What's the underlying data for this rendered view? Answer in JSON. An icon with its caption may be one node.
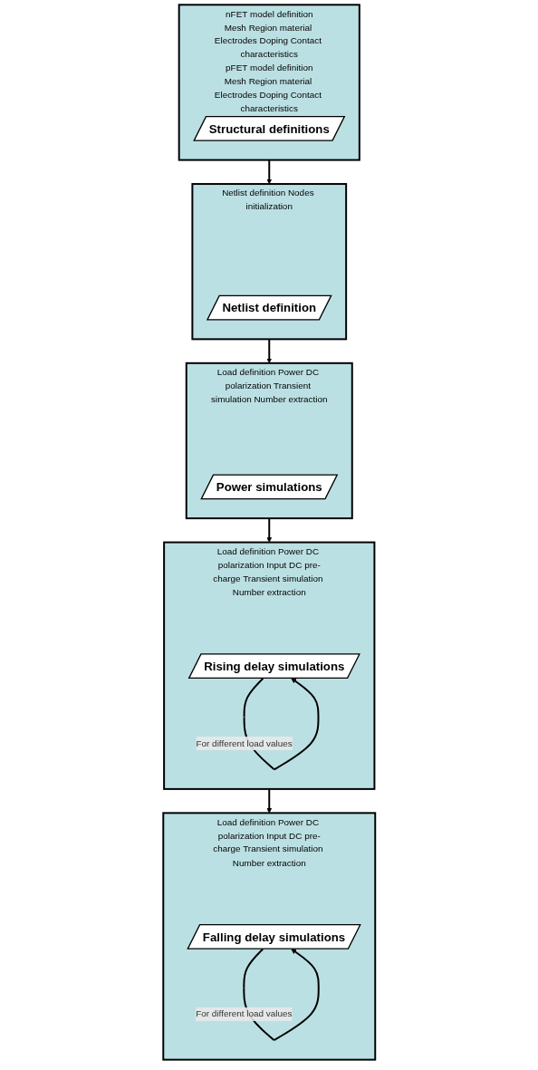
{
  "diagram": {
    "nodes": [
      {
        "text": [
          "nFET model definition",
          "Mesh Region material Electrodes Doping Contact characteristics",
          "pFET model definition",
          "Mesh Region material Electrodes Doping Contact characteristics"
        ]
      },
      {
        "text": [
          "Structural definitions"
        ],
        "in": 0
      },
      {
        "text": [
          "Netlist definition Nodes initialization"
        ]
      },
      {
        "text": [
          "Netlist definition"
        ],
        "in": 2
      },
      {
        "text": [
          "Load definition Power DC polarization Transient simulation Number extraction"
        ]
      },
      {
        "text": [
          "Power simulations"
        ],
        "in": 4
      },
      {
        "text": [
          "Load definition Power DC polarization Input DC pre-charge Transient simulation Number extraction"
        ]
      },
      {
        "text": [
          "Rising delay simulations"
        ],
        "in": 6
      },
      {
        "text": [
          "Load definition Power DC polarization Input DC pre-charge Transient simulation Number extraction"
        ]
      },
      {
        "text": [
          "Falling delay simulations"
        ],
        "in": 8
      }
    ],
    "edges": [
      {
        "from": 0,
        "to": 2,
        "arrow": "to"
      },
      {
        "from": 2,
        "to": 4,
        "arrow": "to"
      },
      {
        "from": 4,
        "to": 6,
        "arrow": "to"
      },
      {
        "from": 7,
        "to": 7,
        "arrow": "to",
        "label": "For different load values"
      },
      {
        "from": 6,
        "to": 8,
        "arrow": "to"
      },
      {
        "from": 9,
        "to": 9,
        "arrow": "to",
        "label": "For different load values"
      }
    ]
  }
}
